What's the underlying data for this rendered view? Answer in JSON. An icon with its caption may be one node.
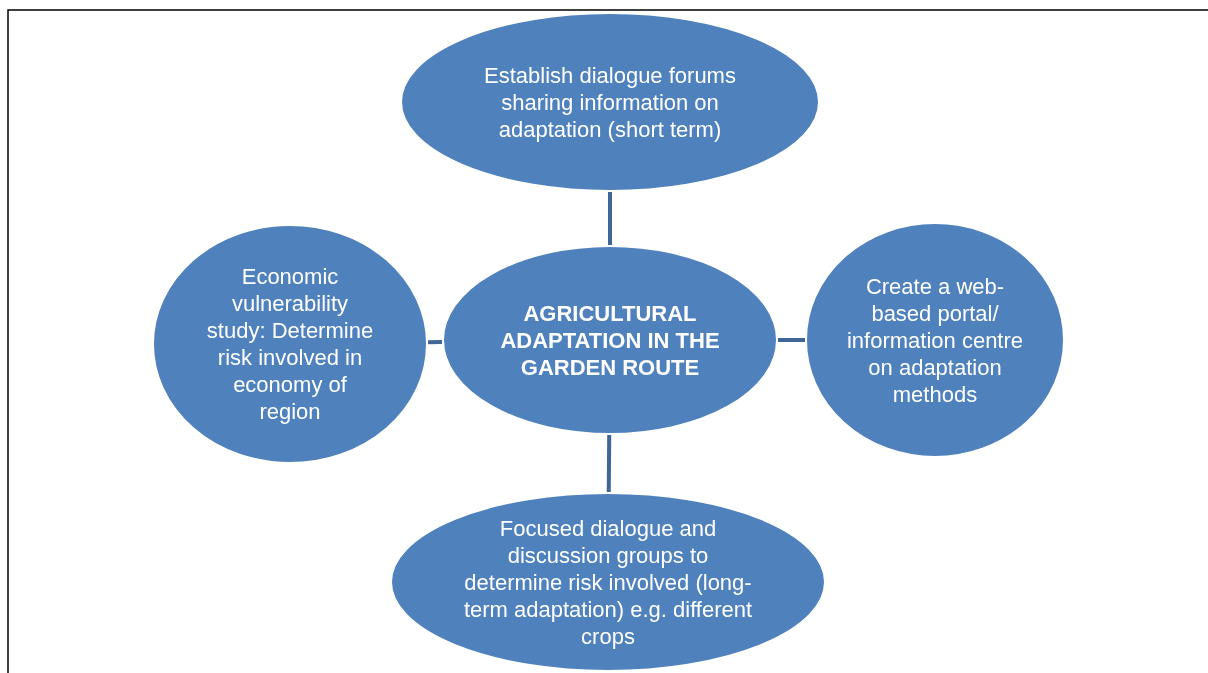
{
  "diagram": {
    "nodes": [
      {
        "text": [
          "Establish dialogue forums sharing information on adaptation (short term)"
        ]
      },
      {
        "text": [
          "Economic vulnerability study: Determine risk involved in economy of region"
        ]
      },
      {
        "text": [
          "AGRICULTURAL ADAPTATION IN THE GARDEN ROUTE"
        ]
      },
      {
        "text": [
          "Create a web-based portal/ information centre on adaptation methods"
        ]
      },
      {
        "text": [
          "Focused dialogue and discussion groups to determine risk involved (long-term adaptation) e.g. different crops"
        ]
      }
    ],
    "edges": [
      {
        "from": 2,
        "to": 0,
        "arrow": "none"
      },
      {
        "from": 2,
        "to": 1,
        "arrow": "none"
      },
      {
        "from": 2,
        "to": 3,
        "arrow": "none"
      },
      {
        "from": 2,
        "to": 4,
        "arrow": "none"
      }
    ]
  }
}
